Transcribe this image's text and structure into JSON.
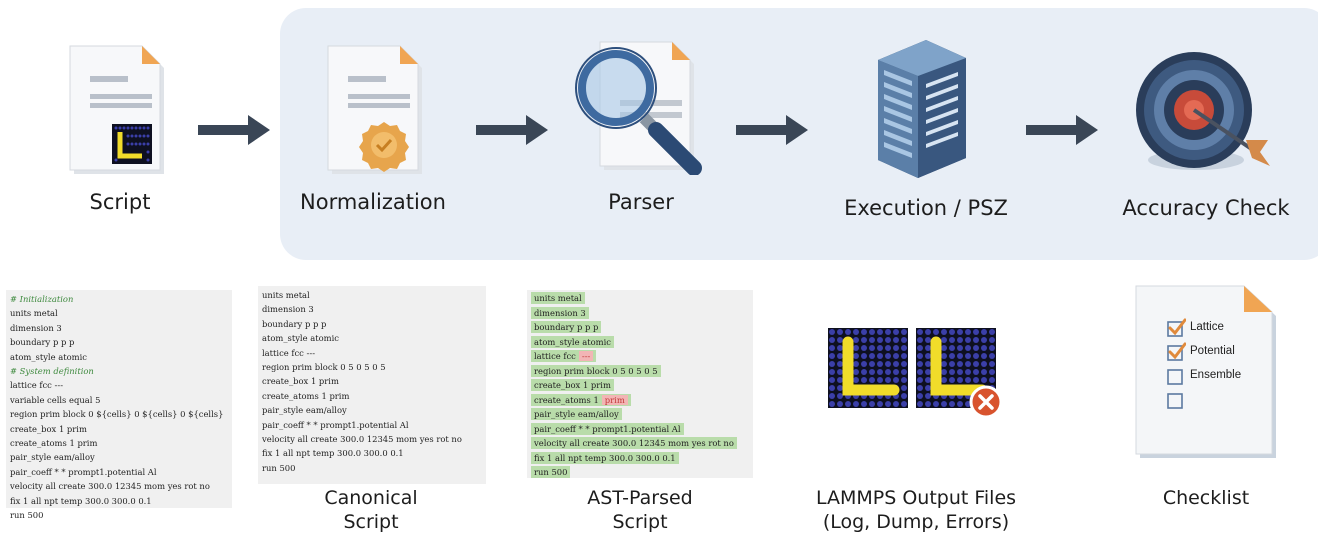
{
  "stages": [
    {
      "label": "Script",
      "icon": "script-document-icon"
    },
    {
      "label": "Normalization",
      "icon": "certified-document-icon"
    },
    {
      "label": "Parser",
      "icon": "magnifier-document-icon"
    },
    {
      "label": "Execution / PSZ",
      "icon": "server-rack-icon"
    },
    {
      "label": "Accuracy Check",
      "icon": "target-dart-icon"
    }
  ],
  "raw_script": [
    {
      "text": "# Initialization",
      "comment": true
    },
    {
      "text": "units metal"
    },
    {
      "text": "dimension 3"
    },
    {
      "text": "boundary p p p"
    },
    {
      "text": "atom_style atomic"
    },
    {
      "text": "# System definition",
      "comment": true
    },
    {
      "text": "lattice fcc ---"
    },
    {
      "text": "variable cells equal 5"
    },
    {
      "text": "region prim block 0 ${cells} 0 ${cells} 0 ${cells}"
    },
    {
      "text": "create_box 1 prim"
    },
    {
      "text": "create_atoms 1 prim"
    },
    {
      "text": "pair_style eam/alloy"
    },
    {
      "text": "pair_coeff * * prompt1.potential Al"
    },
    {
      "text": "velocity all create 300.0 12345 mom yes rot no"
    },
    {
      "text": "fix 1 all npt temp 300.0 300.0 0.1"
    },
    {
      "text": "run 500"
    }
  ],
  "canonical_script": [
    "units metal",
    "dimension 3",
    "boundary p p p",
    "atom_style atomic",
    "lattice fcc ---",
    "region prim block 0 5 0 5 0 5",
    "create_box 1 prim",
    "create_atoms 1 prim",
    "pair_style eam/alloy",
    "pair_coeff * * prompt1.potential Al",
    "velocity all create 300.0 12345 mom yes rot no",
    "fix 1 all npt temp 300.0 300.0 0.1",
    "run 500"
  ],
  "ast_script": [
    {
      "text": "units metal"
    },
    {
      "text": "dimension 3"
    },
    {
      "text": "boundary p p p"
    },
    {
      "text": "atom_style atomic"
    },
    {
      "text": "lattice fcc",
      "error": "---"
    },
    {
      "text": "region prim block 0 5 0 5 0 5"
    },
    {
      "text": "create_box 1 prim"
    },
    {
      "text": "create_atoms 1",
      "error": "prim"
    },
    {
      "text": "pair_style eam/alloy"
    },
    {
      "text": "pair_coeff * * prompt1.potential Al"
    },
    {
      "text": "velocity all create 300.0 12345 mom yes rot no"
    },
    {
      "text": "fix 1 all npt temp 300.0 300.0 0.1"
    },
    {
      "text": "run 500"
    }
  ],
  "captions": {
    "canonical": [
      "Canonical",
      "Script"
    ],
    "ast": [
      "AST-Parsed",
      "Script"
    ],
    "output": [
      "LAMMPS Output Files",
      "(Log, Dump, Errors)"
    ],
    "checklist": "Checklist"
  },
  "checklist": [
    {
      "label": "Lattice",
      "checked": true
    },
    {
      "label": "Potential",
      "checked": true
    },
    {
      "label": "Ensemble",
      "checked": false
    },
    {
      "label": "",
      "checked": false
    }
  ],
  "colors": {
    "panel": "#e8eef6",
    "arrow": "#3a4656",
    "ok_highlight": "#b9dcaa",
    "error_highlight": "#f2b5b5",
    "comment": "#3f8a3f",
    "lammps_bg": "#0e1020",
    "lammps_dots": "#3b3fa8",
    "lammps_letter": "#f1dc2a",
    "error_badge": "#d8532e"
  }
}
